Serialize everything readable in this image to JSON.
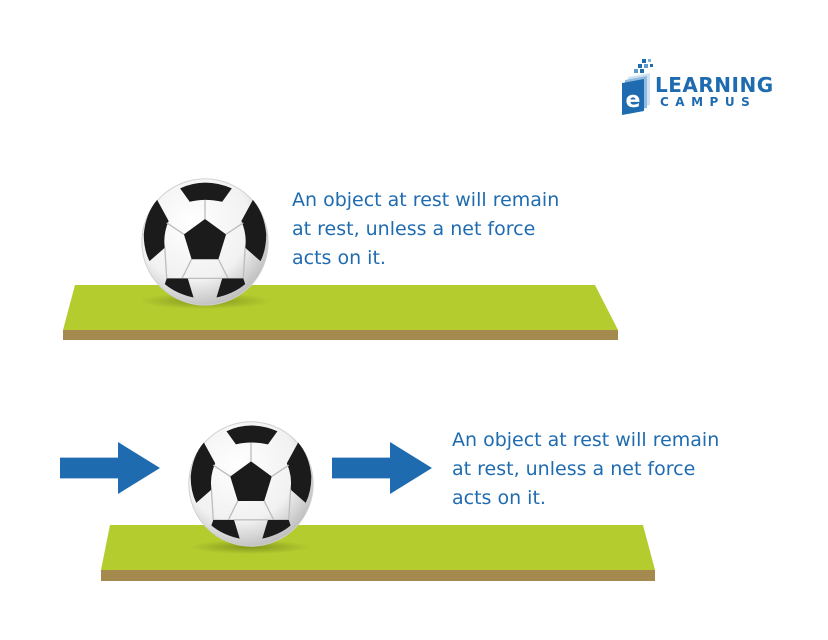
{
  "logo": {
    "line1": "LEARNING",
    "line2": "CAMPUS",
    "badge_letter": "e",
    "color": "#1f6bb0"
  },
  "scenes": [
    {
      "caption_lines": [
        "An object at rest will remain",
        "at rest, unless a net force",
        "acts on it."
      ]
    },
    {
      "caption_lines": [
        "An object at rest will remain",
        "at rest, unless a net force",
        "acts on it."
      ]
    }
  ],
  "colors": {
    "platform_top": "#b5cc2f",
    "platform_side": "#a48a4e",
    "arrow": "#1f6bb0",
    "text": "#1f6bb0"
  },
  "icons": [
    "soccer-ball-icon",
    "arrow-right-icon",
    "elearning-campus-logo-icon"
  ]
}
